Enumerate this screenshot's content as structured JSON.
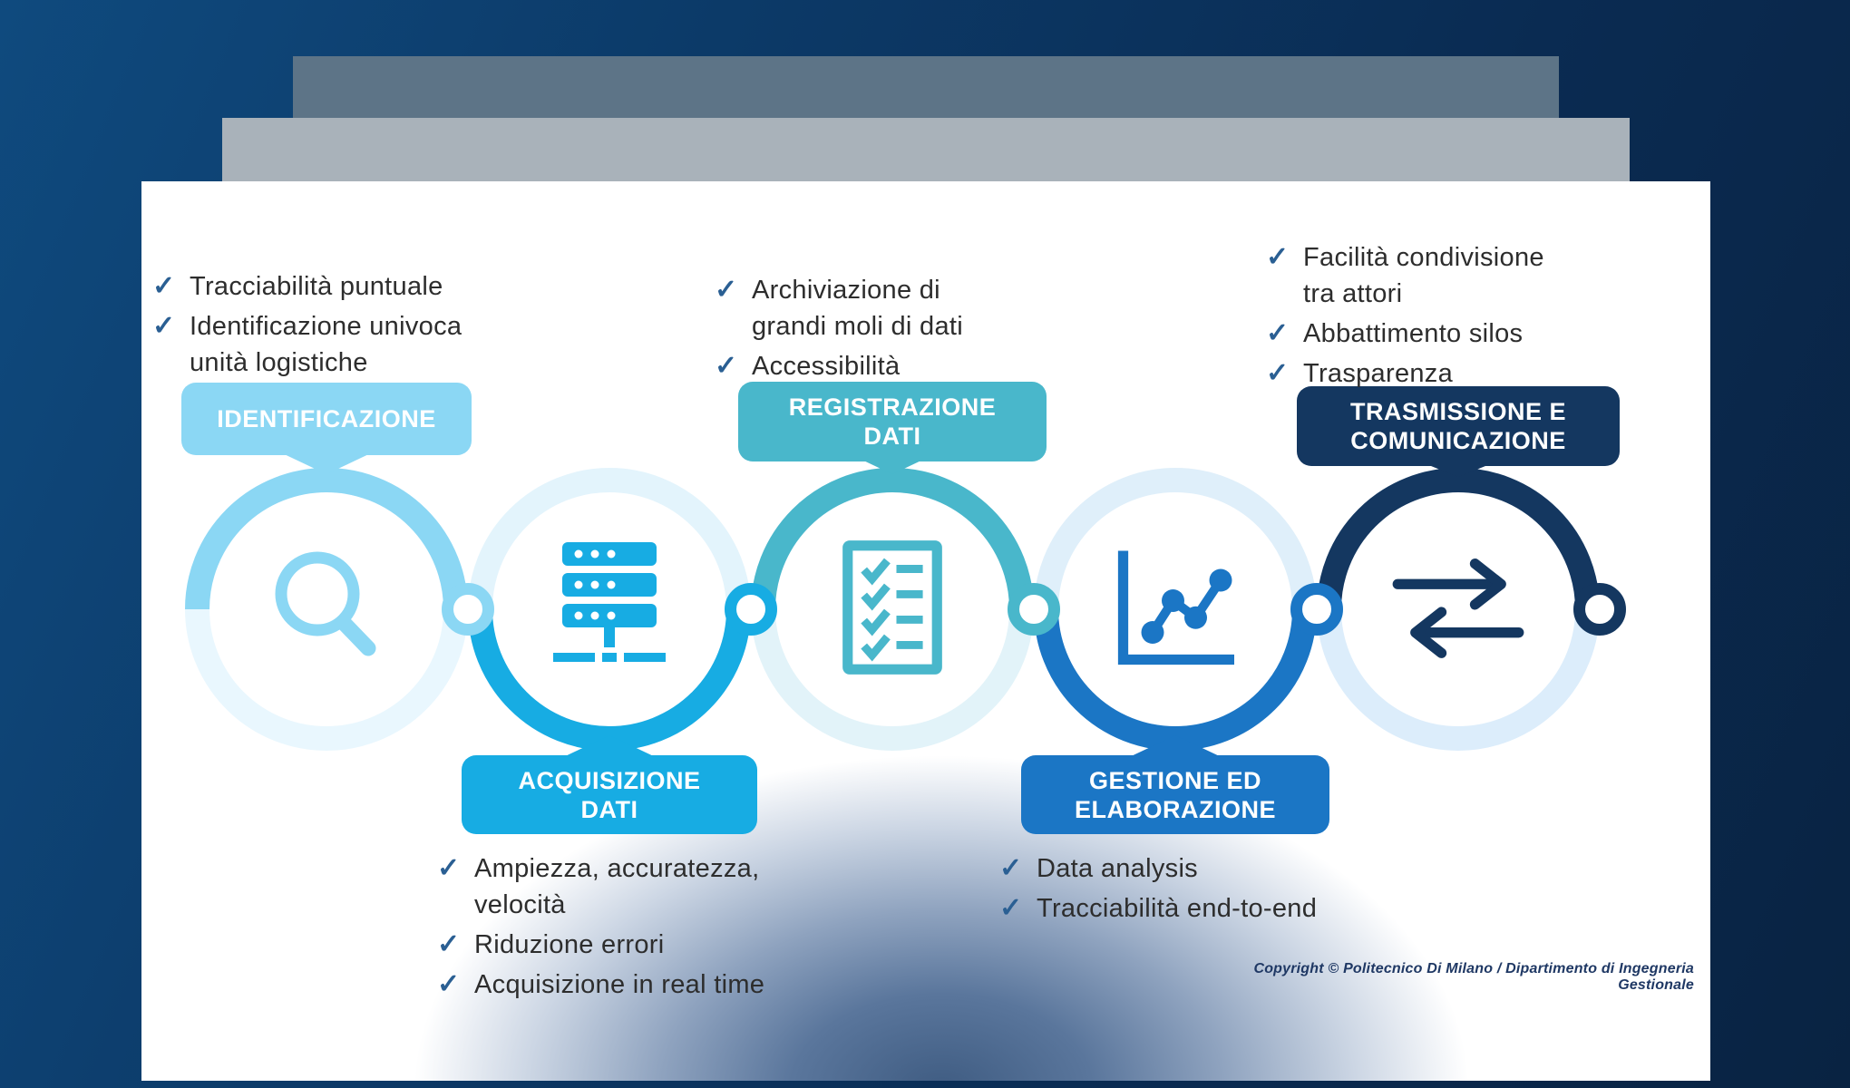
{
  "background": {
    "top_band_color": "#0C3A68",
    "sheet_dark_color": "#5D7487",
    "sheet_light_color": "#A9B2BA",
    "slide_color": "#FFFFFF",
    "slide_bottom_glow_color": "#3F5C82"
  },
  "icons": {
    "check": "✓"
  },
  "colors": {
    "check": "#2A5F93",
    "bullet_text": "#2D2D2D",
    "copyright_text": "#1F3864"
  },
  "slide": {
    "stages": [
      {
        "label": "IDENTIFICAZIONE",
        "color": "#8BD7F4",
        "pale": "#E9F7FE",
        "icon": "magnifier-icon",
        "label_position": "top",
        "bullets": [
          "Tracciabilità puntuale",
          "Identificazione univoca\nunità logistiche"
        ]
      },
      {
        "label": "ACQUISIZIONE\nDATI",
        "color": "#17ACE3",
        "pale": "#E3F4FC",
        "icon": "server-rack-icon",
        "label_position": "bottom",
        "bullets": [
          "Ampiezza, accuratezza,\nvelocità",
          "Riduzione errori",
          "Acquisizione in real time"
        ]
      },
      {
        "label": "REGISTRAZIONE\nDATI",
        "color": "#49B7CB",
        "pale": "#E2F3F9",
        "icon": "checklist-icon",
        "label_position": "top",
        "bullets": [
          "Archiviazione di\ngrandi moli di dati",
          "Accessibilità"
        ]
      },
      {
        "label": "GESTIONE ED\nELABORAZIONE",
        "color": "#1B76C5",
        "pale": "#DFEFFA",
        "icon": "line-chart-icon",
        "label_position": "bottom",
        "bullets": [
          "Data analysis",
          "Tracciabilità end-to-end"
        ]
      },
      {
        "label": "TRASMISSIONE E\nCOMUNICAZIONE",
        "color": "#143760",
        "pale": "#DCEDFB",
        "icon": "transfer-arrows-icon",
        "label_position": "top",
        "bullets": [
          "Facilità condivisione\ntra attori",
          "Abbattimento silos",
          "Trasparenza"
        ]
      }
    ],
    "copyright": "Copyright © Politecnico Di Milano / Dipartimento di Ingegneria Gestionale"
  }
}
